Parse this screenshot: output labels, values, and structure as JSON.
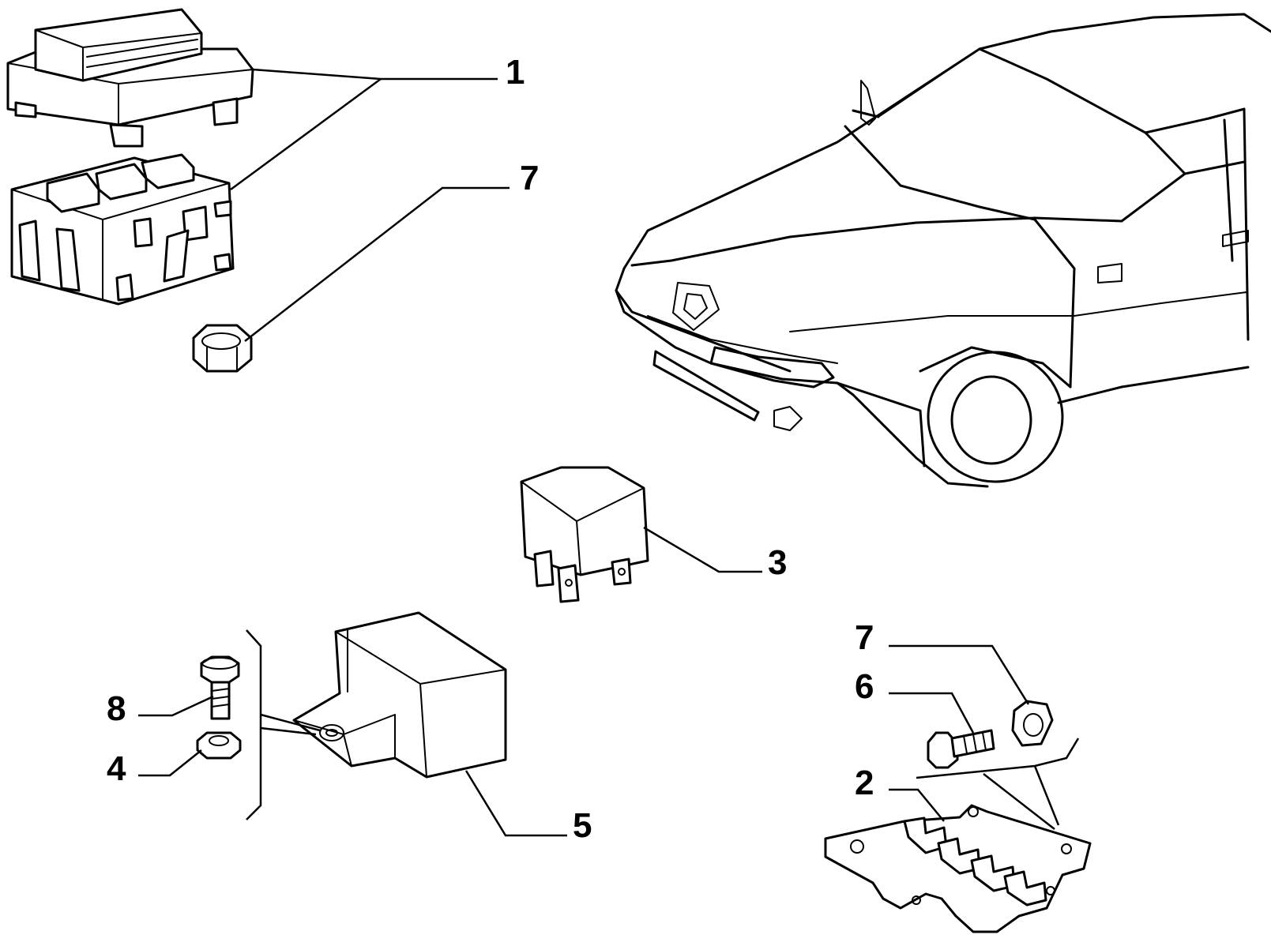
{
  "callouts": {
    "c1": "1",
    "c7_top": "7",
    "c3": "3",
    "c8": "8",
    "c4": "4",
    "c5": "5",
    "c7_bottom": "7",
    "c6": "6",
    "c2": "2"
  }
}
